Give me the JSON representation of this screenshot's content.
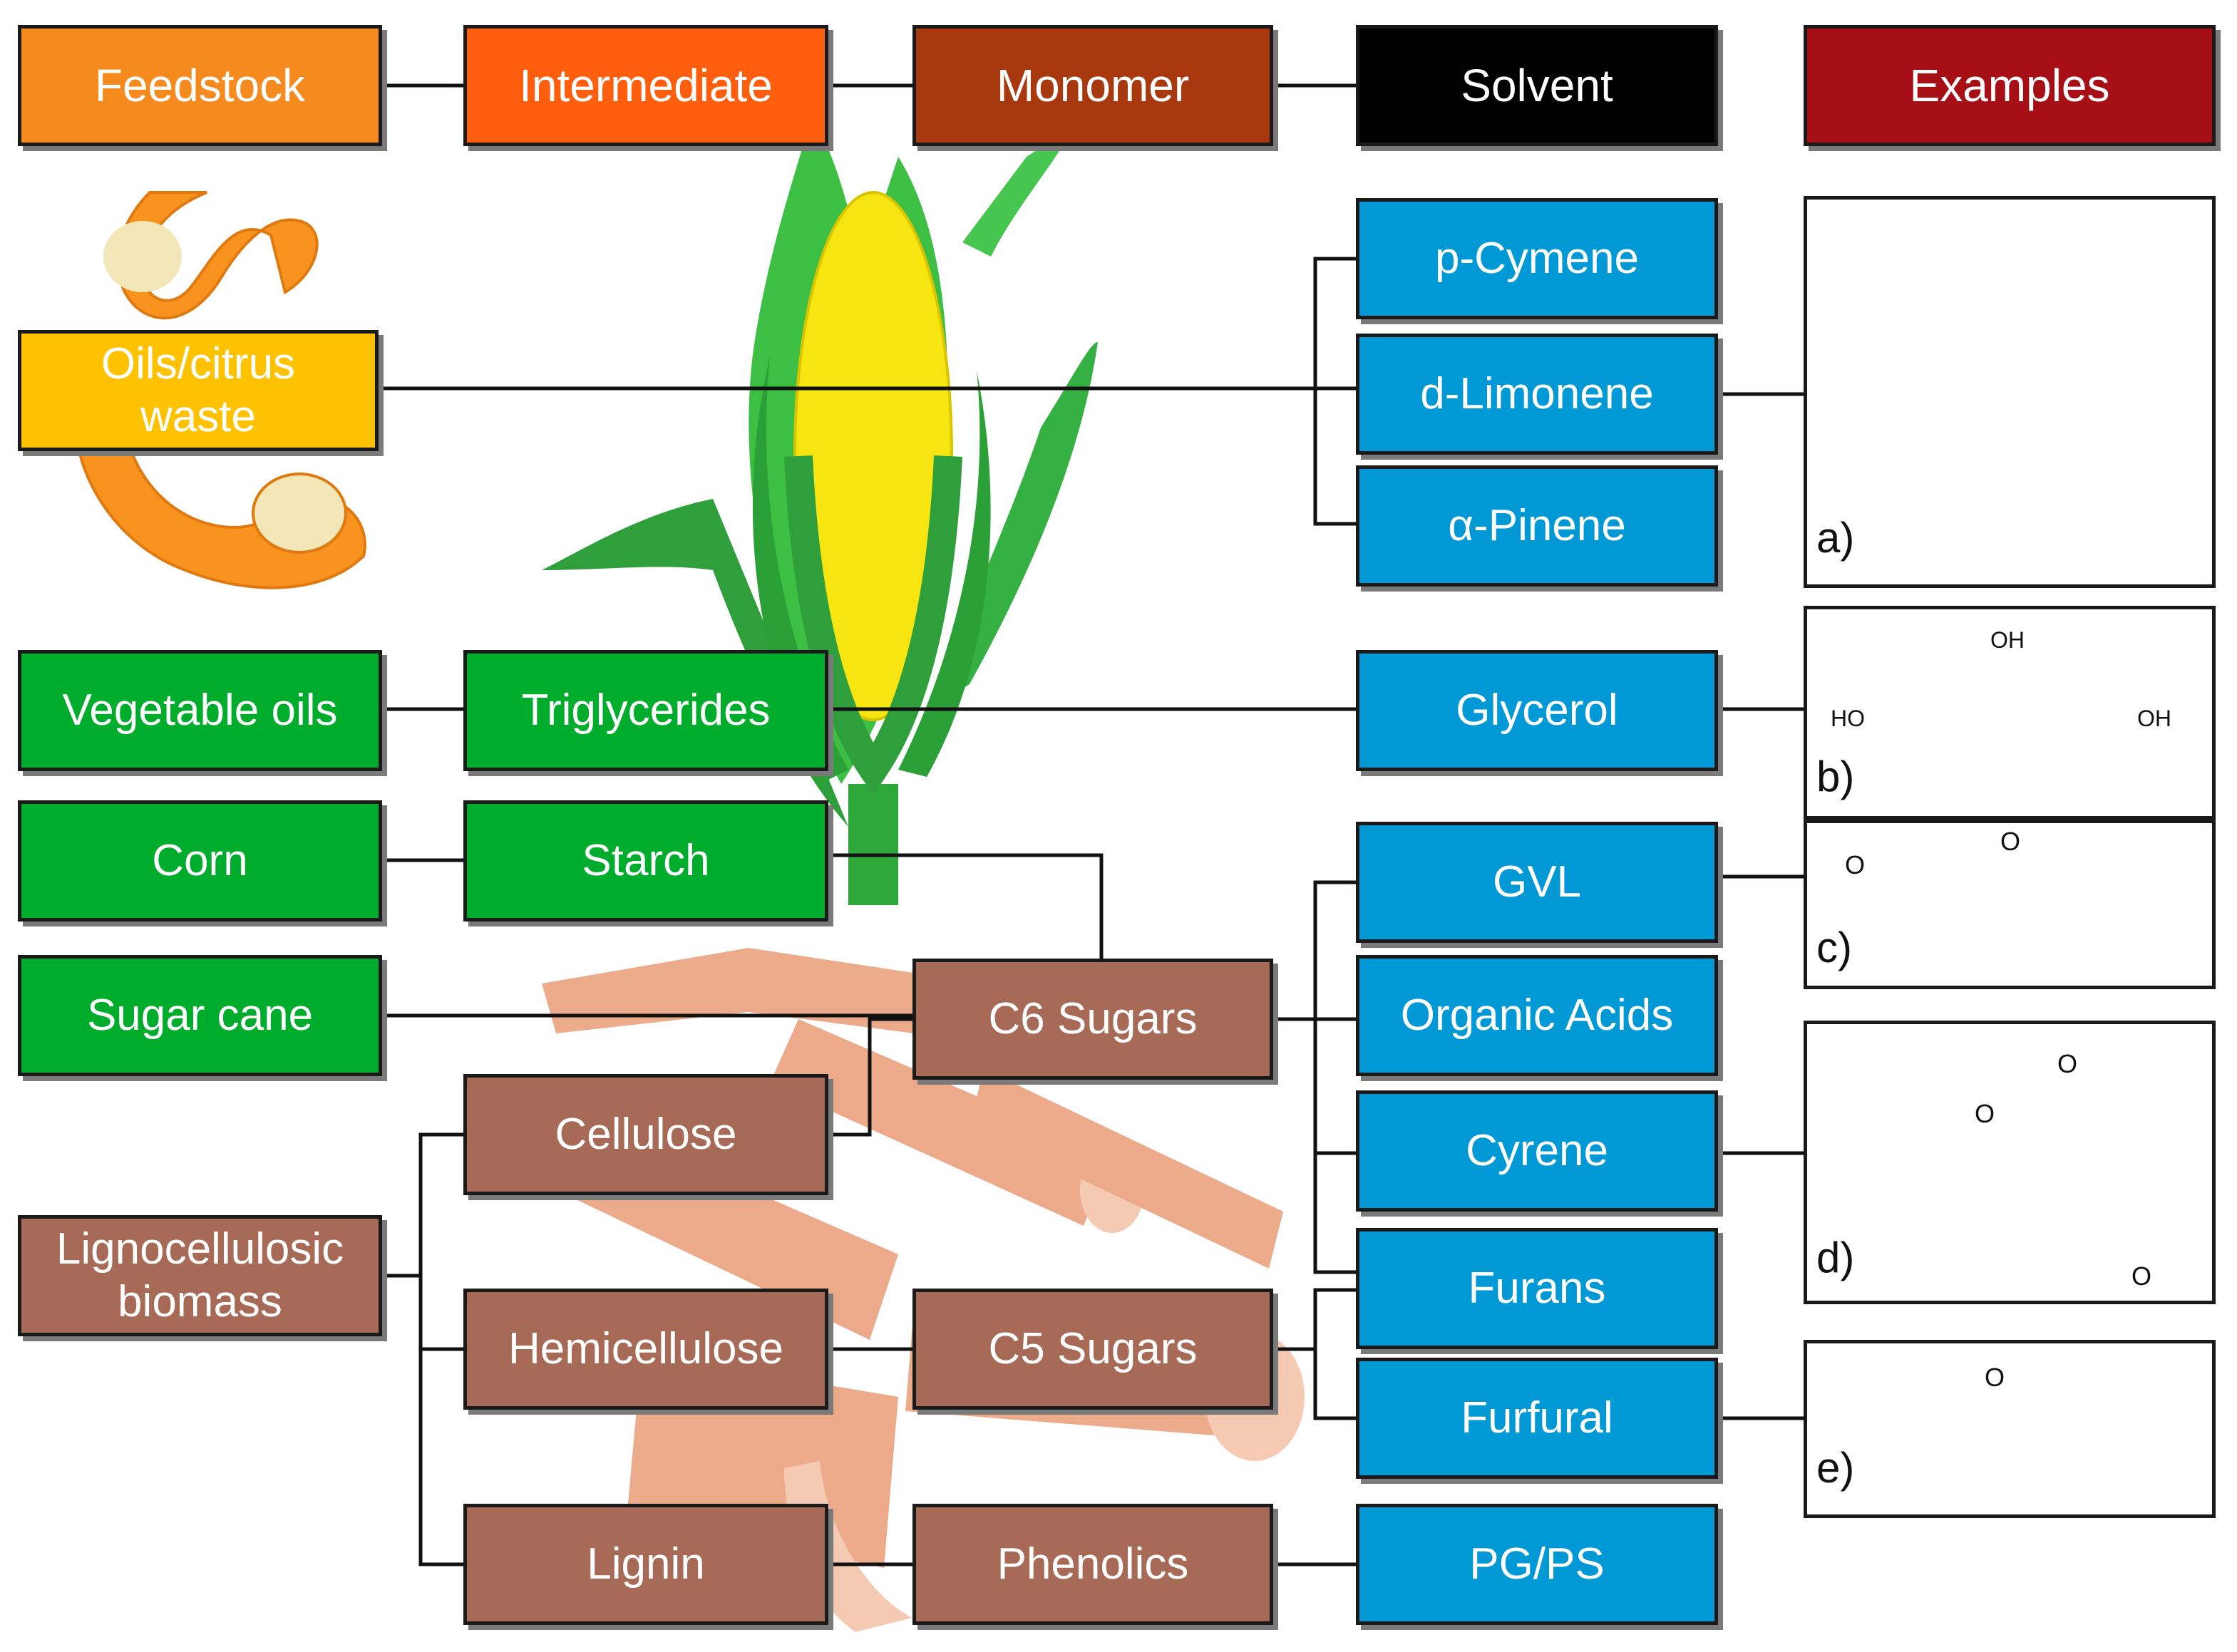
{
  "colors": {
    "feedstock_header": "#f58a1f",
    "intermediate_header": "#ff5e0e",
    "monomer_header": "#a8380d",
    "solvent_header": "#000000",
    "examples_header": "#a50f15",
    "oils_box": "#fec200",
    "green_box": "#00ac2b",
    "brown_box": "#a76a56",
    "blue_box": "#0099d6",
    "line": "#111111"
  },
  "headers": {
    "feedstock": "Feedstock",
    "intermediate": "Intermediate",
    "monomer": "Monomer",
    "solvent": "Solvent",
    "examples": "Examples"
  },
  "feedstocks": {
    "oils_citrus": "Oils/citrus\nwaste",
    "vegetable_oils": "Vegetable oils",
    "corn": "Corn",
    "sugar_cane": "Sugar cane",
    "lignocellulosic": "Lignocellulosic\nbiomass"
  },
  "intermediates": {
    "triglycerides": "Triglycerides",
    "starch": "Starch",
    "cellulose": "Cellulose",
    "hemicellulose": "Hemicellulose",
    "lignin": "Lignin"
  },
  "monomers": {
    "c6_sugars": "C6 Sugars",
    "c5_sugars": "C5 Sugars",
    "phenolics": "Phenolics"
  },
  "solvents": {
    "p_cymene": "p-Cymene",
    "d_limonene": "d-Limonene",
    "a_pinene": "α-Pinene",
    "glycerol": "Glycerol",
    "gvl": "GVL",
    "organic_acids": "Organic Acids",
    "cyrene": "Cyrene",
    "furans": "Furans",
    "furfural": "Furfural",
    "pg_ps": "PG/PS"
  },
  "examples": {
    "a": "a)",
    "b": "b)",
    "c": "c)",
    "d": "d)",
    "e": "e)"
  },
  "structure_atoms": {
    "oh_top": "OH",
    "ho_left": "HO",
    "oh_right": "OH",
    "o": "O"
  },
  "illustrations": [
    "orange-peel-icon",
    "corn-cob-icon",
    "wood-logs-icon"
  ]
}
